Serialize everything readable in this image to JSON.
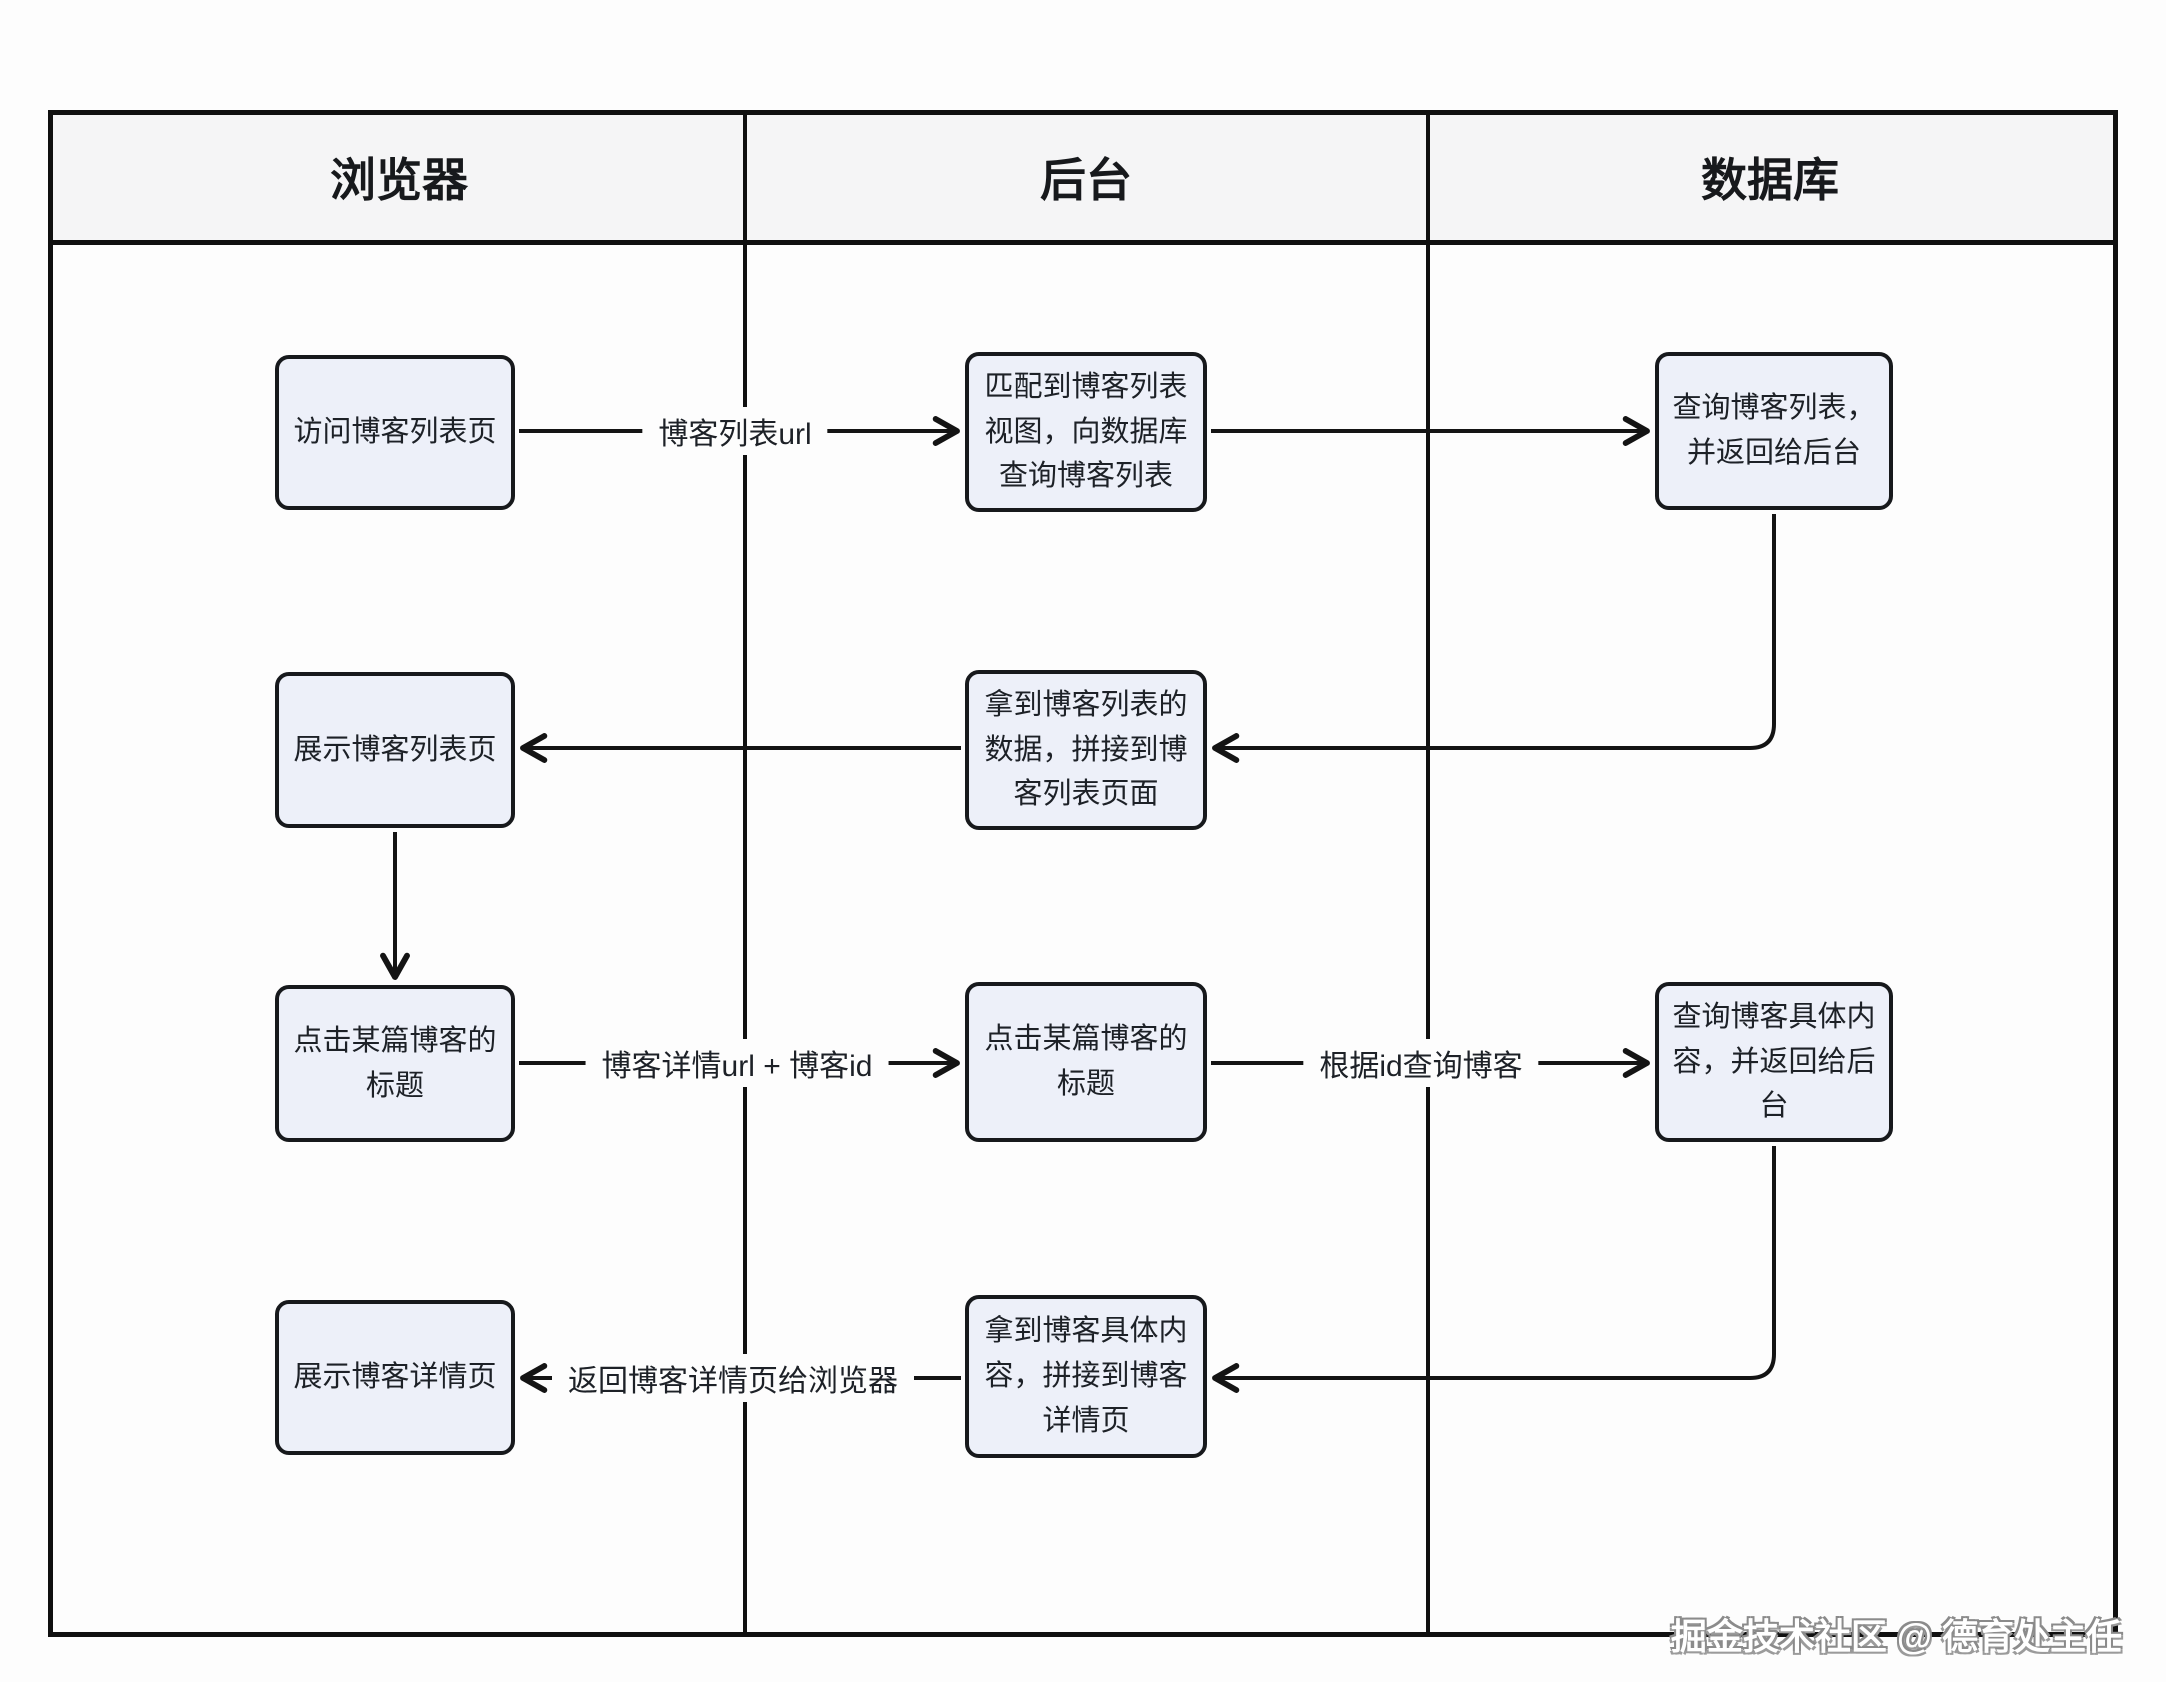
{
  "lanes": [
    {
      "label": "浏览器"
    },
    {
      "label": "后台"
    },
    {
      "label": "数据库"
    }
  ],
  "nodes": {
    "visit_list": {
      "text": "访问博客列表页"
    },
    "match_view": {
      "text": "匹配到博客列表视图，向数据库查询博客列表"
    },
    "query_list": {
      "text": "查询博客列表，并返回给后台"
    },
    "show_list": {
      "text": "展示博客列表页"
    },
    "got_list": {
      "text": "拿到博客列表的数据，拼接到博客列表页面"
    },
    "click_title_browser": {
      "text": "点击某篇博客的标题"
    },
    "click_title_backend": {
      "text": "点击某篇博客的标题"
    },
    "query_detail": {
      "text": "查询博客具体内容，并返回给后台"
    },
    "show_detail": {
      "text": "展示博客详情页"
    },
    "got_detail": {
      "text": "拿到博客具体内容，拼接到博客详情页"
    }
  },
  "edge_labels": {
    "list_url": "博客列表url",
    "detail_url": "博客详情url + 博客id",
    "query_by_id": "根据id查询博客",
    "return_detail": "返回博客详情页给浏览器"
  },
  "watermark": {
    "text": "掘金技术社区 @ 德育处主任"
  },
  "colors": {
    "node_fill": "#edf0f9",
    "node_border": "#17191c",
    "header_fill": "#f5f5f6",
    "line": "#141414",
    "background": "#fdfdfd"
  }
}
